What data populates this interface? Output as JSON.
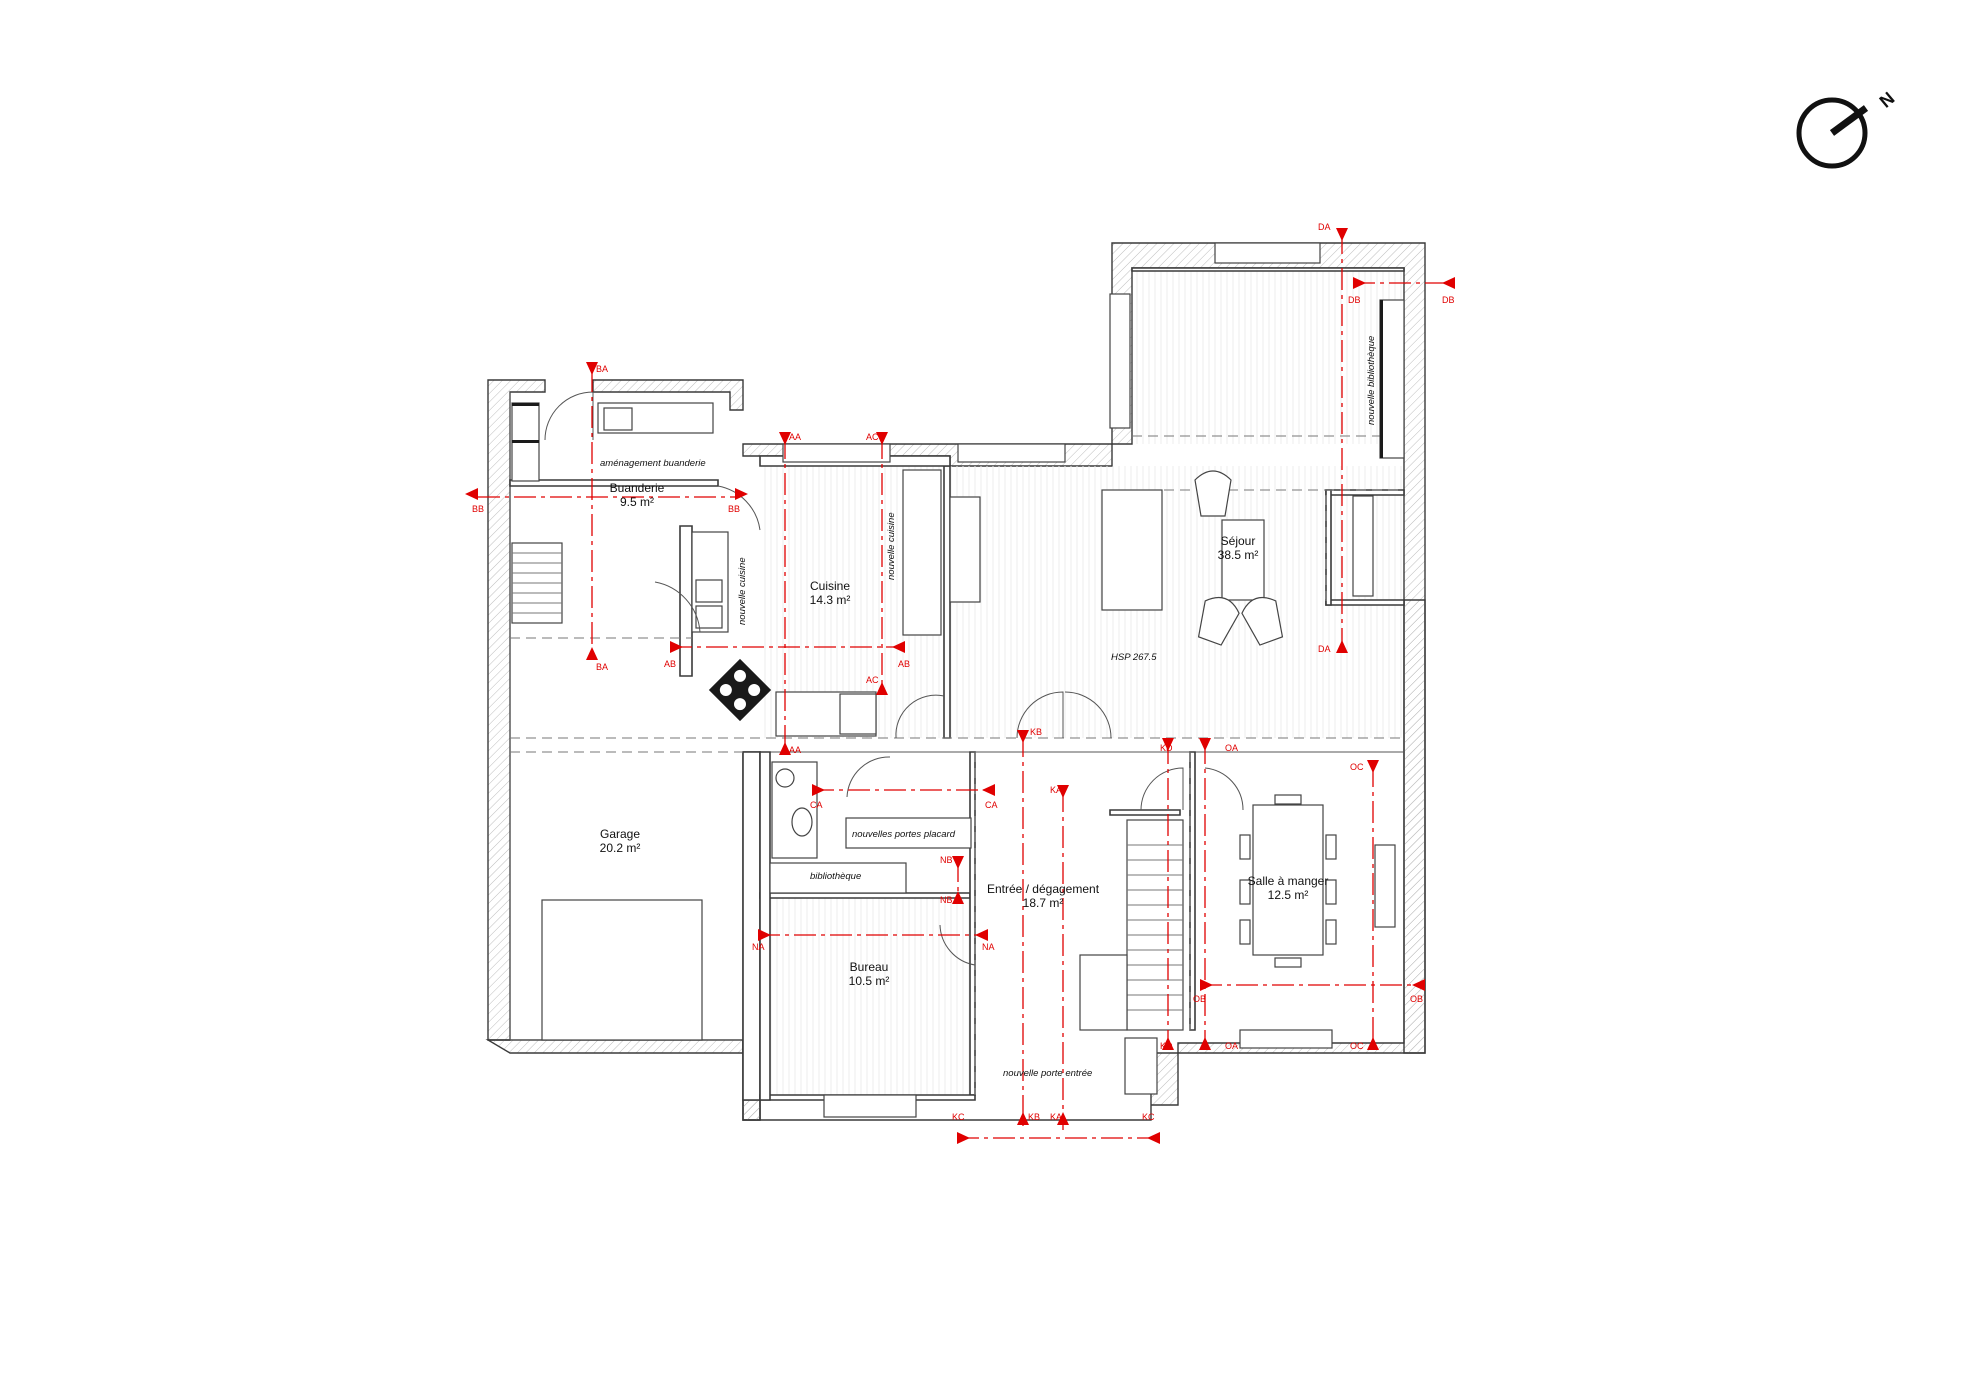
{
  "rooms": [
    {
      "name": "Buanderie",
      "area": "9.5 m²"
    },
    {
      "name": "Cuisine",
      "area": "14.3 m²"
    },
    {
      "name": "Séjour",
      "area": "38.5 m²"
    },
    {
      "name": "Garage",
      "area": "20.2 m²"
    },
    {
      "name": "Entrée / dégagement",
      "area": "18.7 m²"
    },
    {
      "name": "Salle à manger",
      "area": "12.5 m²"
    },
    {
      "name": "Bureau",
      "area": "10.5 m²"
    }
  ],
  "notes": {
    "amenagement_buanderie": "aménagement buanderie",
    "nouvelle_cuisine": "nouvelle cuisine",
    "nouvelle_bibliotheque": "nouvelle bibliothèque",
    "hsp": "HSP 267.5",
    "nouvelles_portes_placard": "nouvelles portes placard",
    "bibliotheque": "bibliothèque",
    "nouvelle_porte_entree": "nouvelle porte entrée"
  },
  "section_markers": {
    "BA": "BA",
    "BB": "BB",
    "AA": "AA",
    "AB": "AB",
    "AC": "AC",
    "DA": "DA",
    "DB": "DB",
    "CA": "CA",
    "NA": "NA",
    "NB": "NB",
    "KA": "KA",
    "KB": "KB",
    "KC": "KC",
    "KD": "KD",
    "OA": "OA",
    "OB": "OB",
    "OC": "OC"
  },
  "compass": {
    "label": "N"
  },
  "colors": {
    "section_lines": "#e00000",
    "walls": "#3a3a3a",
    "background": "#ffffff"
  }
}
